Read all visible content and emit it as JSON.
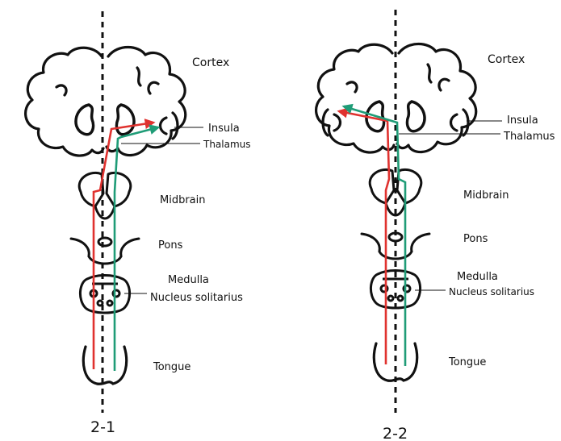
{
  "colors": {
    "ink": "#111111",
    "red_pathway": "#e0322f",
    "green_pathway": "#1f9c77",
    "midline": "#111111"
  },
  "panels": [
    {
      "id": "2-1",
      "caption": "2-1",
      "labels": {
        "cortex": "Cortex",
        "insula": "Insula",
        "thalamus": "Thalamus",
        "midbrain": "Midbrain",
        "pons": "Pons",
        "medulla": "Medulla",
        "nucleus": "Nucleus solitarius",
        "tongue": "Tongue"
      },
      "pathway_direction": "ipsilateral (towards right insula)"
    },
    {
      "id": "2-2",
      "caption": "2-2",
      "labels": {
        "cortex": "Cortex",
        "insula": "Insula",
        "thalamus": "Thalamus",
        "midbrain": "Midbrain",
        "pons": "Pons",
        "medulla": "Medulla",
        "nucleus": "Nucleus solitarius",
        "tongue": "Tongue"
      },
      "pathway_direction": "contralateral (towards left insula)"
    }
  ]
}
